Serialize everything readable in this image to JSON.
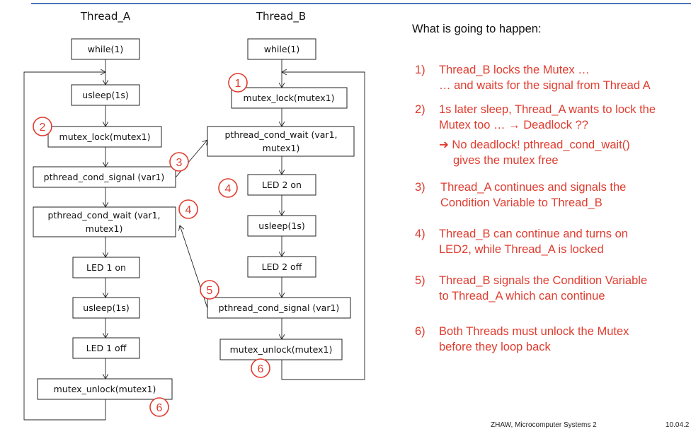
{
  "diagram": {
    "thread_a_title": "Thread_A",
    "thread_b_title": "Thread_B",
    "a_boxes": {
      "while": "while(1)",
      "usleep": "usleep(1s)",
      "lock": "mutex_lock(mutex1)",
      "signal": "pthread_cond_signal (var1)",
      "wait_l1": "pthread_cond_wait (var1,",
      "wait_l2": "mutex1)",
      "led_on": "LED 1 on",
      "usleep2": "usleep(1s)",
      "led_off": "LED 1 off",
      "unlock": "mutex_unlock(mutex1)"
    },
    "b_boxes": {
      "while": "while(1)",
      "lock": "mutex_lock(mutex1)",
      "wait_l1": "pthread_cond_wait (var1,",
      "wait_l2": "mutex1)",
      "led_on": "LED 2 on",
      "usleep": "usleep(1s)",
      "led_off": "LED 2 off",
      "signal": "pthread_cond_signal (var1)",
      "unlock": "mutex_unlock(mutex1)"
    },
    "markers": {
      "m1": "1",
      "m2": "2",
      "m3": "3",
      "m4a": "4",
      "m4b": "4",
      "m5": "5",
      "m6a": "6",
      "m6b": "6"
    },
    "accent_color": "#e03c2f"
  },
  "panel": {
    "heading": "What is going to happen:",
    "steps": [
      {
        "num": "1)",
        "lines": [
          "Thread_B locks the Mutex …",
          "… and waits for the signal from Thread A"
        ]
      },
      {
        "num": "2)",
        "lines": [
          "1s later sleep, Thread_A wants to lock the",
          "Mutex too … → Deadlock ??"
        ],
        "sub": [
          "➔ No deadlock! pthread_cond_wait()",
          "gives the mutex free"
        ]
      },
      {
        "num": "3)",
        "lines": [
          "Thread_A continues and signals the",
          "Condition Variable to Thread_B"
        ]
      },
      {
        "num": "4)",
        "lines": [
          "Thread_B can continue and turns on",
          "LED2, while Thread_A is locked"
        ]
      },
      {
        "num": "5)",
        "lines": [
          "Thread_B signals the Condition Variable",
          "to Thread_A which can continue"
        ]
      },
      {
        "num": "6)",
        "lines": [
          "Both Threads must unlock the Mutex",
          "before they loop back"
        ]
      }
    ]
  },
  "footer": {
    "course": "ZHAW, Microcomputer Systems 2",
    "date": "10.04.2"
  }
}
